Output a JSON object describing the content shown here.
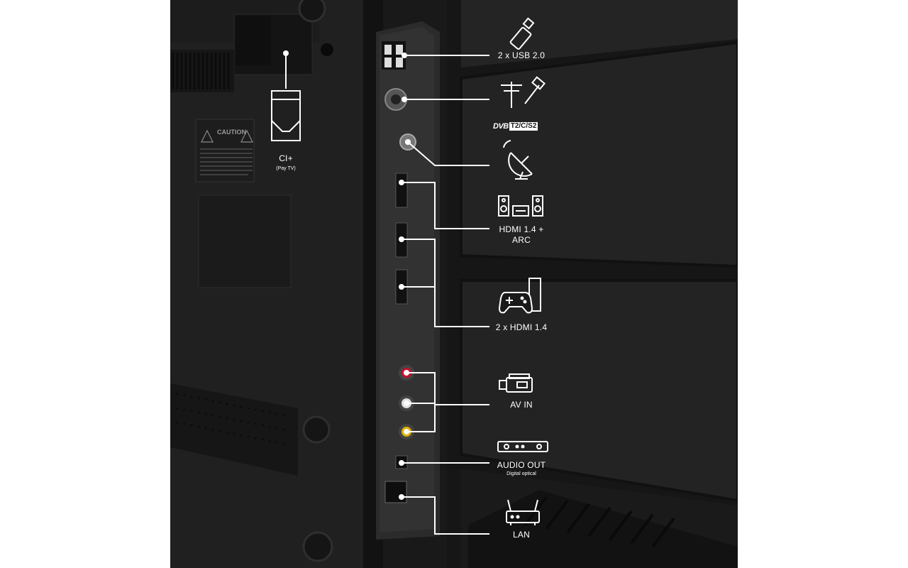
{
  "ci_slot": {
    "label": "CI+",
    "sublabel": "(Pay TV)"
  },
  "caution_label": {
    "title": "CAUTION"
  },
  "ports": [
    {
      "id": "usb",
      "label": "2 x USB 2.0",
      "icon": "usb-stick-icon"
    },
    {
      "id": "antenna",
      "label": "",
      "icon": "antenna-cable-icon",
      "badge_a": "DVB",
      "badge_b": "T2/C/S2"
    },
    {
      "id": "satellite",
      "label": "",
      "icon": "satellite-dish-icon"
    },
    {
      "id": "hdmi_arc",
      "label": "HDMI 1.4 +",
      "label2": "ARC",
      "icon": "speaker-system-icon"
    },
    {
      "id": "hdmi",
      "label": "2 x HDMI 1.4",
      "icon": "gamepad-console-icon"
    },
    {
      "id": "av_in",
      "label": "AV IN",
      "icon": "camcorder-icon"
    },
    {
      "id": "audio_out",
      "label": "AUDIO OUT",
      "sublabel": "Digital optical",
      "icon": "soundbar-icon"
    },
    {
      "id": "lan",
      "label": "LAN",
      "icon": "router-icon"
    }
  ],
  "colors": {
    "panel": "#191919",
    "lines": "#ffffff",
    "rca_red": "#c8102e",
    "rca_white": "#e0e0e0",
    "rca_yellow": "#e0b000"
  }
}
